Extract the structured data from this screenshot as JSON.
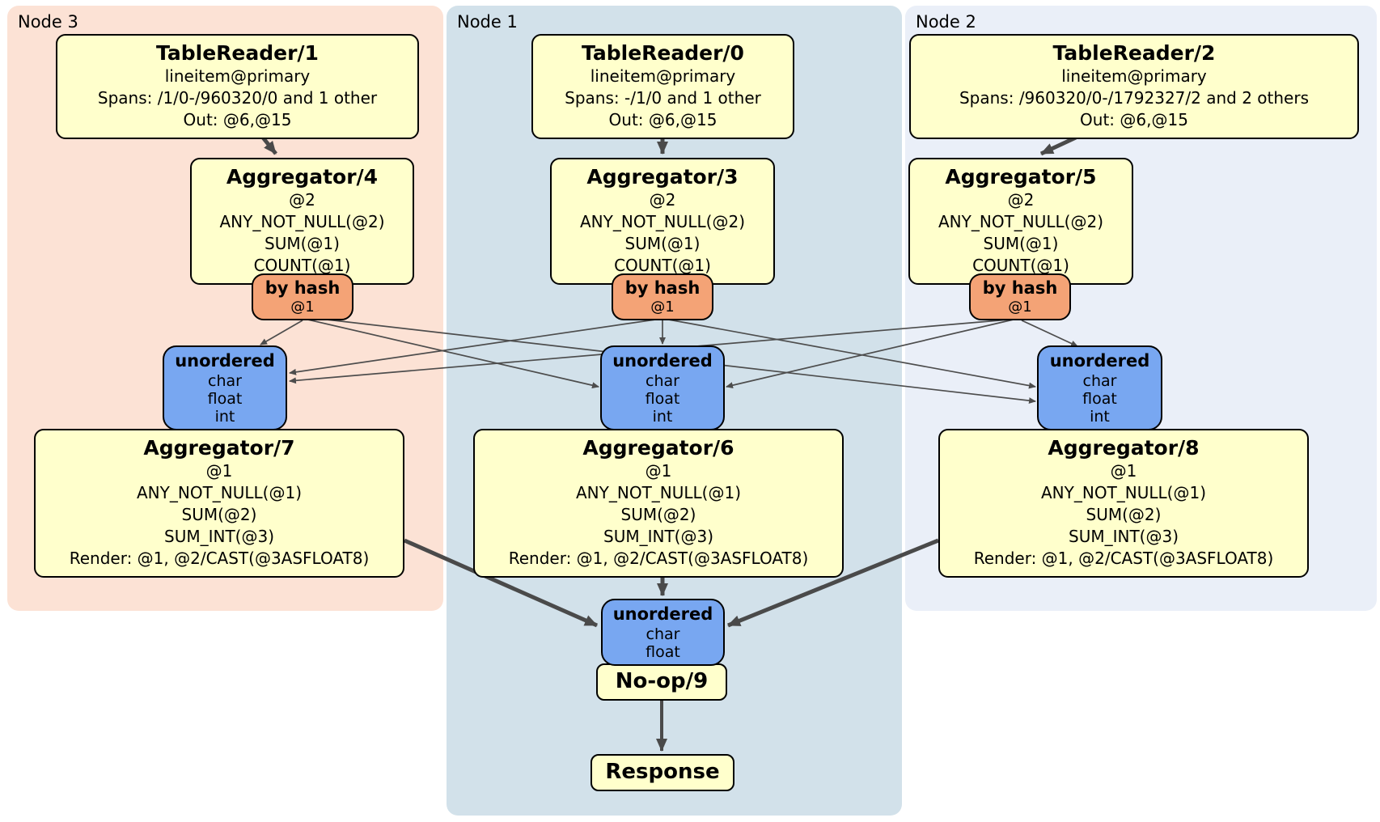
{
  "diagram_type": "distributed-sql-query-plan",
  "regions": [
    {
      "id": "node3",
      "label": "Node 3",
      "fill": "#fce2d5"
    },
    {
      "id": "node1",
      "label": "Node 1",
      "fill": "#d2e1ea"
    },
    {
      "id": "node2",
      "label": "Node 2",
      "fill": "#eaeff8"
    }
  ],
  "palette": {
    "processor_fill": "#ffffcc",
    "router_fill": "#f4a376",
    "sync_fill": "#78a7f1",
    "border": "#000000",
    "edge": "#4a4a4a",
    "page_background": "#ffffff"
  },
  "boxes": {
    "tr1": {
      "title": "TableReader/1",
      "lines": [
        "lineitem@primary",
        "Spans: /1/0-/960320/0 and 1 other",
        "Out: @6,@15"
      ]
    },
    "tr0": {
      "title": "TableReader/0",
      "lines": [
        "lineitem@primary",
        "Spans: -/1/0 and 1 other",
        "Out: @6,@15"
      ]
    },
    "tr2": {
      "title": "TableReader/2",
      "lines": [
        "lineitem@primary",
        "Spans: /960320/0-/1792327/2 and 2 others",
        "Out: @6,@15"
      ]
    },
    "agg4": {
      "title": "Aggregator/4",
      "lines": [
        "@2",
        "ANY_NOT_NULL(@2)",
        "SUM(@1)",
        "COUNT(@1)"
      ]
    },
    "agg3": {
      "title": "Aggregator/3",
      "lines": [
        "@2",
        "ANY_NOT_NULL(@2)",
        "SUM(@1)",
        "COUNT(@1)"
      ]
    },
    "agg5": {
      "title": "Aggregator/5",
      "lines": [
        "@2",
        "ANY_NOT_NULL(@2)",
        "SUM(@1)",
        "COUNT(@1)"
      ]
    },
    "byhash3": {
      "title": "by hash",
      "lines": [
        "@1"
      ]
    },
    "byhash1": {
      "title": "by hash",
      "lines": [
        "@1"
      ]
    },
    "byhash2": {
      "title": "by hash",
      "lines": [
        "@1"
      ]
    },
    "un3": {
      "title": "unordered",
      "lines": [
        "char",
        "float",
        "int"
      ]
    },
    "un1": {
      "title": "unordered",
      "lines": [
        "char",
        "float",
        "int"
      ]
    },
    "un2": {
      "title": "unordered",
      "lines": [
        "char",
        "float",
        "int"
      ]
    },
    "agg7": {
      "title": "Aggregator/7",
      "lines": [
        "@1",
        "ANY_NOT_NULL(@1)",
        "SUM(@2)",
        "SUM_INT(@3)",
        "Render: @1, @2/CAST(@3ASFLOAT8)"
      ]
    },
    "agg6": {
      "title": "Aggregator/6",
      "lines": [
        "@1",
        "ANY_NOT_NULL(@1)",
        "SUM(@2)",
        "SUM_INT(@3)",
        "Render: @1, @2/CAST(@3ASFLOAT8)"
      ]
    },
    "agg8": {
      "title": "Aggregator/8",
      "lines": [
        "@1",
        "ANY_NOT_NULL(@1)",
        "SUM(@2)",
        "SUM_INT(@3)",
        "Render: @1, @2/CAST(@3ASFLOAT8)"
      ]
    },
    "unfinal": {
      "title": "unordered",
      "lines": [
        "char",
        "float"
      ]
    },
    "noop": {
      "title": "No-op/9"
    },
    "response": {
      "title": "Response"
    }
  },
  "edges": [
    {
      "from": "TableReader/1",
      "to": "Aggregator/4"
    },
    {
      "from": "TableReader/0",
      "to": "Aggregator/3"
    },
    {
      "from": "TableReader/2",
      "to": "Aggregator/5"
    },
    {
      "from": "by hash (Node 3)",
      "to": "unordered (Node 3)"
    },
    {
      "from": "by hash (Node 3)",
      "to": "unordered (Node 1)"
    },
    {
      "from": "by hash (Node 3)",
      "to": "unordered (Node 2)"
    },
    {
      "from": "by hash (Node 1)",
      "to": "unordered (Node 3)"
    },
    {
      "from": "by hash (Node 1)",
      "to": "unordered (Node 1)"
    },
    {
      "from": "by hash (Node 1)",
      "to": "unordered (Node 2)"
    },
    {
      "from": "by hash (Node 2)",
      "to": "unordered (Node 3)"
    },
    {
      "from": "by hash (Node 2)",
      "to": "unordered (Node 1)"
    },
    {
      "from": "by hash (Node 2)",
      "to": "unordered (Node 2)"
    },
    {
      "from": "Aggregator/7",
      "to": "unordered (final)"
    },
    {
      "from": "Aggregator/6",
      "to": "unordered (final)"
    },
    {
      "from": "Aggregator/8",
      "to": "unordered (final)"
    },
    {
      "from": "No-op/9",
      "to": "Response"
    }
  ]
}
